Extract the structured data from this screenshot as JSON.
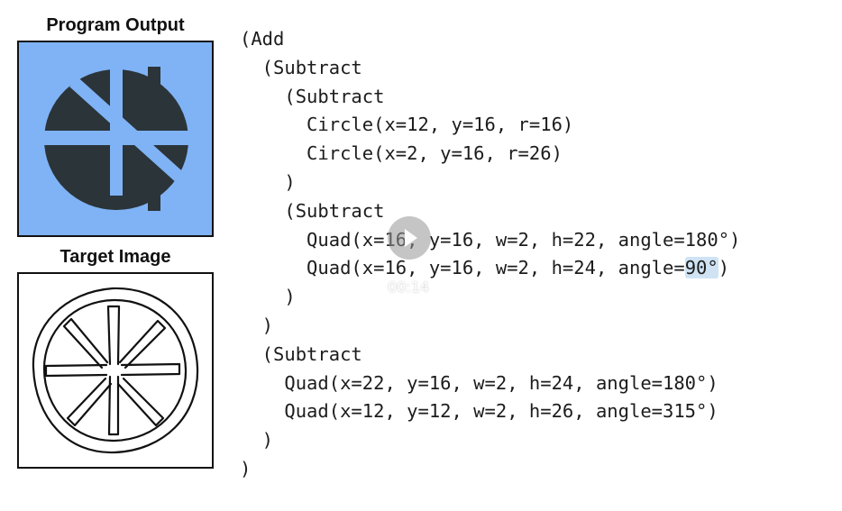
{
  "panels": {
    "output_title": "Program Output",
    "target_title": "Target Image"
  },
  "colors": {
    "output_background": "#7fb3f5",
    "shape_fill": "#2b3439",
    "highlight": "#cfe3f4"
  },
  "code": {
    "lines": [
      "(Add",
      "  (Subtract",
      "    (Subtract",
      "      Circle(x=12, y=16, r=16)",
      "      Circle(x=2, y=16, r=26)",
      "    )",
      "    (Subtract",
      "      Quad(x=16, y=16, w=2, h=22, angle=180°)",
      "      Quad(x=16, y=16, w=2, h=24, angle=",
      "    )",
      "  )",
      "  (Subtract",
      "    Quad(x=22, y=16, w=2, h=24, angle=180°)",
      "    Quad(x=12, y=12, w=2, h=26, angle=315°)",
      "  )",
      ")"
    ],
    "highlight_text": "90°",
    "highlight_suffix": ")"
  },
  "video": {
    "timestamp": "00:14",
    "play_icon": "play-icon"
  }
}
